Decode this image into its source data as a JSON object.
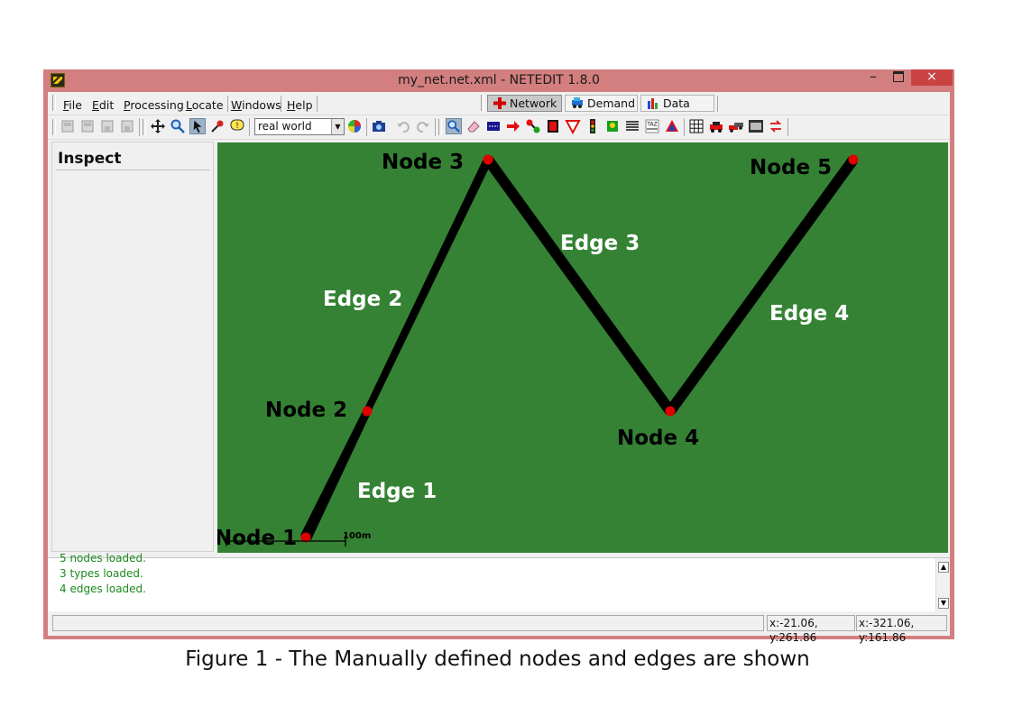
{
  "window": {
    "title": "my_net.net.xml - NETEDIT 1.8.0",
    "controls": {
      "minimize": "–",
      "close": "×"
    }
  },
  "menu": {
    "items": [
      "File",
      "Edit",
      "Processing",
      "Locate",
      "Windows",
      "Help"
    ]
  },
  "supermodes": [
    {
      "label": "Network",
      "icon": "network-icon",
      "active": true
    },
    {
      "label": "Demand",
      "icon": "demand-icon",
      "active": false
    },
    {
      "label": "Data",
      "icon": "data-icon",
      "active": false
    }
  ],
  "toolbar": {
    "viewport": "real world",
    "tools": [
      "new-network-icon",
      "open-network-icon",
      "save-network-icon",
      "save-as-icon",
      "move-icon",
      "zoom-icon",
      "select-icon",
      "delete-icon",
      "help-icon",
      "color-wheel-icon",
      "screenshot-icon",
      "undo-icon",
      "redo-icon",
      "inspect-icon",
      "eraser-icon",
      "select-mode-icon",
      "move-mode-icon",
      "create-edge-icon",
      "connection-icon",
      "prohibition-icon",
      "crossing-icon",
      "traffic-light-icon",
      "additional-icon",
      "wire-icon",
      "taz-icon",
      "polygon-icon",
      "grid-icon",
      "vehicle-icon",
      "vehicle-type-icon",
      "toggle-view-icon",
      "route-icon"
    ]
  },
  "inspect": {
    "title": "Inspect"
  },
  "network": {
    "nodes": [
      {
        "label": "Node 1"
      },
      {
        "label": "Node 2"
      },
      {
        "label": "Node 3"
      },
      {
        "label": "Node 4"
      },
      {
        "label": "Node 5"
      }
    ],
    "edges": [
      {
        "label": "Edge 1"
      },
      {
        "label": "Edge 2"
      },
      {
        "label": "Edge 3"
      },
      {
        "label": "Edge 4"
      }
    ],
    "scale_label": "100m",
    "colors": {
      "background": "#358235",
      "node": "#e00000",
      "edge": "#000000",
      "edge_label": "#ffffff",
      "node_label": "#000000"
    }
  },
  "log": {
    "partial_line": "5 nodes loaded.",
    "lines": [
      "3 types loaded.",
      "4 edges loaded."
    ],
    "color": "#1d8a1d"
  },
  "status": {
    "coords_1": "x:-21.06, y:261.86",
    "coords_2": "x:-321.06, y:161.86"
  },
  "caption": "Figure 1 - The Manually defined nodes and edges are shown"
}
